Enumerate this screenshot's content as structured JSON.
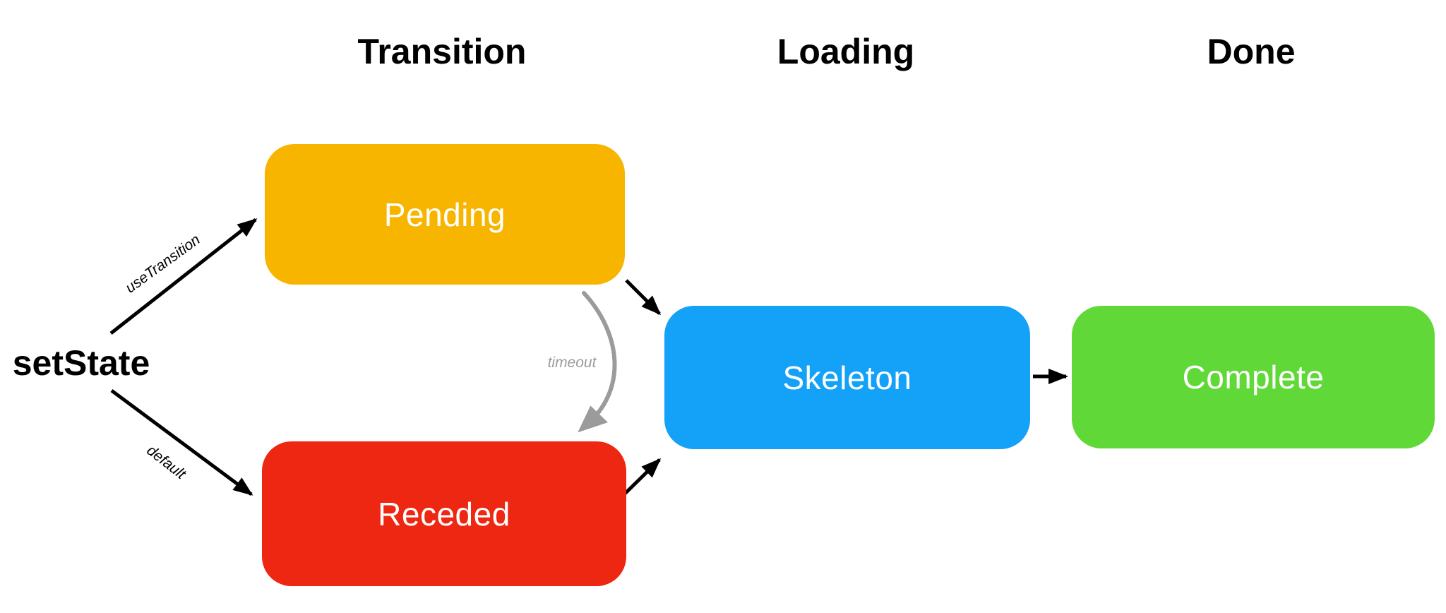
{
  "diagram": {
    "background_color": "#ffffff",
    "node_text_color": "#ffffff",
    "column_headers": [
      {
        "label": "Transition"
      },
      {
        "label": "Loading"
      },
      {
        "label": "Done"
      }
    ],
    "source": {
      "label": "setState"
    },
    "nodes": [
      {
        "id": "pending",
        "label": "Pending",
        "color": "#F7B500",
        "column": "Transition"
      },
      {
        "id": "receded",
        "label": "Receded",
        "color": "#EE2712",
        "column": "Transition"
      },
      {
        "id": "skeleton",
        "label": "Skeleton",
        "color": "#14A1F8",
        "column": "Loading"
      },
      {
        "id": "complete",
        "label": "Complete",
        "color": "#5FD838",
        "column": "Done"
      }
    ],
    "edges": [
      {
        "from": "setState",
        "to": "Pending",
        "label": "useTransition",
        "color": "#000000",
        "style": "straight"
      },
      {
        "from": "setState",
        "to": "Receded",
        "label": "default",
        "color": "#000000",
        "style": "straight"
      },
      {
        "from": "Pending",
        "to": "Skeleton",
        "label": "",
        "color": "#000000",
        "style": "straight"
      },
      {
        "from": "Pending",
        "to": "Receded",
        "label": "timeout",
        "color": "#9B9B9B",
        "style": "curved-hand-drawn"
      },
      {
        "from": "Receded",
        "to": "Skeleton",
        "label": "",
        "color": "#000000",
        "style": "straight"
      },
      {
        "from": "Skeleton",
        "to": "Complete",
        "label": "",
        "color": "#000000",
        "style": "straight"
      }
    ]
  }
}
